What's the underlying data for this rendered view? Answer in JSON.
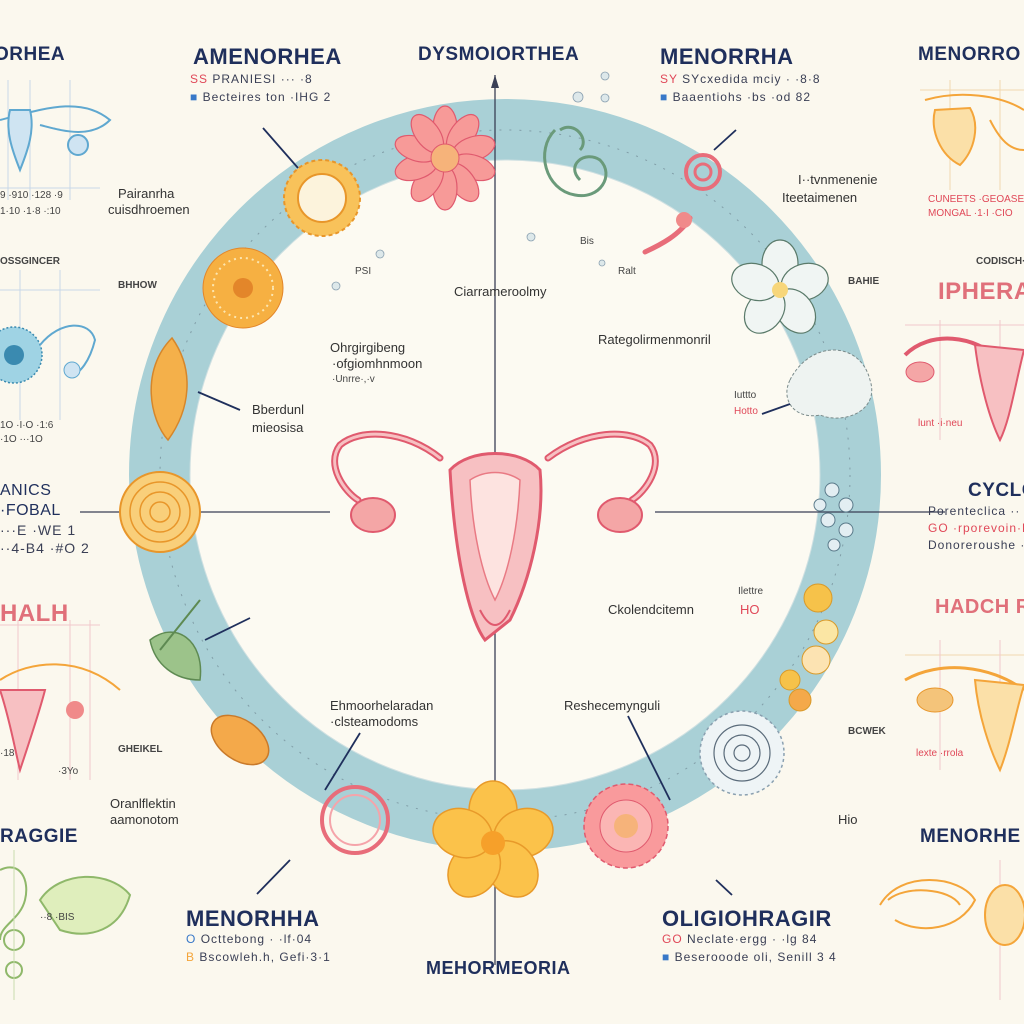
{
  "center": {
    "top_title": "DYSMOIORTHEA",
    "bottom_title": "MEHORMEORIA"
  },
  "sections": {
    "tl": {
      "title": "AMENORHEA",
      "line1": "PRANIESI ··· ·8",
      "line2": "Becteires ton ·IHG 2",
      "marker1": "SS",
      "marker2": "■"
    },
    "tr": {
      "title": "MENORRHA",
      "line1": "SYcxedida mciy · ·8·8",
      "line2": "Baaentiohs ·bs ·od 82",
      "marker1": "SY",
      "marker2": "■"
    },
    "bl": {
      "title": "MENORHHA",
      "line1": "Octtebong · ·lf·04",
      "line2": "Bscowleh.h, Gefi·3·1",
      "marker1": "O",
      "marker2": "B"
    },
    "br": {
      "title": "OLIGIOHRAGIR",
      "line1": "Neclate·ergg · ·lg 84",
      "line2": "Beserooode oli, Senill 3 4",
      "marker1": "GO",
      "marker2": "■"
    }
  },
  "edge_labels": {
    "far_tl": "ORHEA",
    "far_tr": "MENORRO",
    "left_mid1": "ANICS",
    "left_mid2": "·FOBAL",
    "left_mid3": "···E ·WE 1",
    "left_mid4": "··4-B4 ·#O 2",
    "left_red": "HALH",
    "left_bottom": "RAGGIE",
    "right_red1": "IPHERA",
    "right_mid1": "CYCLO",
    "right_mid2": "Porenteclica ··",
    "right_mid3": "GO ·rporevoin·LI",
    "right_mid4": "Donoreroushe ·",
    "right_red2": "HADCH R",
    "right_bottom": "MENORHE"
  },
  "annotations": {
    "left_panel1": "Pairanrha",
    "left_panel2": "cuisdhroemen",
    "ticks_tl": "9 ·910  ·128 ·9",
    "ticks_tl2": "1·10 ·1·8    ·:10",
    "left_panel3": "OSSGINCER",
    "ticks_l": "1O ·I·O   ·1:6",
    "ticks_l2": "·1O ···1O",
    "bhow": "BHHOW",
    "left_lower_axis": "·3Yo",
    "left_lower2": "·18",
    "gheikel": "GHEIKEL",
    "oran1": "Oranlflektin",
    "oran2": "aamonotom",
    "bottom_left_ticks": "··8 ·BIS",
    "right_pair1": "I··tvnmenenie",
    "right_pair2": "Iteetaimenen",
    "right_tr1": "CUNEETS ·GEOASE··",
    "right_tr2": "MONGAL ·1·I ·CIO",
    "codisch": "CODISCH·",
    "bahie": "BAHIE",
    "lunt": "lunt ·i·neu",
    "bcwek": "BCWEK",
    "hio": "Hio",
    "lexte": "lexte ·rrola",
    "inner_top": "Ciarrameroolmy",
    "inner_left1": "Ohrgirgibeng",
    "inner_left2": "·ofgiomhnmoon",
    "inner_left3": "·Unrre·,·v",
    "inner_left_mid1": "Bberdunl",
    "inner_left_mid2": "mieosisa",
    "inner_right": "Rategolirmenmonril",
    "inner_right_small1": "Iuttto",
    "inner_right_small2": "Hotto",
    "inner_right_mid": "Ckolendcitemn",
    "inner_right_red": "HO",
    "inner_right_small3": "Ilettre",
    "inner_low_left1": "Ehmoorhelaradan",
    "inner_low_left2": "·clsteamodoms",
    "inner_low_right": "Reshecemynguli",
    "psi": "PSI",
    "bis": "Bis",
    "ralt": "Ralt"
  },
  "colors": {
    "ring": "#a9d0d6",
    "uterus_stroke": "#e05a6e",
    "uterus_fill": "#f7c0c2",
    "navy": "#1f2f5c",
    "red": "#e04858",
    "orange": "#f4a53a",
    "blue": "#5fa8d0",
    "green": "#8fb86a"
  }
}
